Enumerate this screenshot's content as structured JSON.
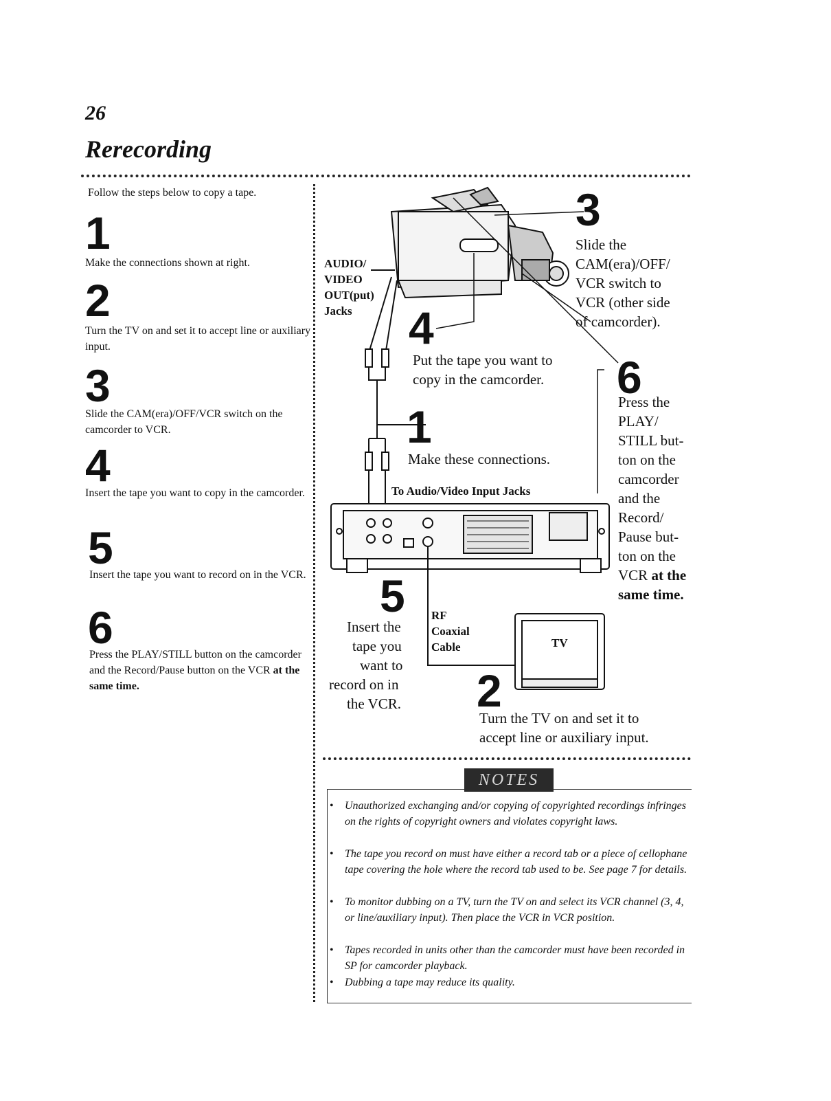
{
  "page": {
    "number": "26",
    "title": "Rerecording",
    "intro": "Follow the steps below to copy a tape."
  },
  "steps": [
    {
      "num": "1",
      "text": "Make the connections shown at right."
    },
    {
      "num": "2",
      "text": "Turn the TV on and set it to accept line or auxiliary input."
    },
    {
      "num": "3",
      "text": "Slide the CAM(era)/OFF/VCR switch on the camcorder to VCR."
    },
    {
      "num": "4",
      "text": "Insert the tape you want to copy in the camcorder."
    },
    {
      "num": "5",
      "text": "Insert the tape you want to record on in the VCR."
    },
    {
      "num": "6",
      "text_a": "Press the PLAY/STILL button on the camcorder and the Record/Pause button on the VCR ",
      "text_b": "at the same time."
    }
  ],
  "diagram": {
    "audio_video_out": [
      "AUDIO/",
      "VIDEO",
      "OUT(put)",
      "Jacks"
    ],
    "callout_3_num": "3",
    "callout_3_text": [
      "Slide the",
      "CAM(era)/OFF/",
      "VCR switch to",
      "VCR (other side",
      "of camcorder)."
    ],
    "callout_4_num": "4",
    "callout_4_text": [
      "Put the tape you want to",
      "copy in the camcorder."
    ],
    "callout_6_num": "6",
    "callout_6_text": [
      "Press the",
      "PLAY/",
      "STILL but-",
      "ton on the",
      "camcorder",
      "and the",
      "Record/",
      "Pause but-",
      "ton on the"
    ],
    "callout_6_bold_a": "VCR ",
    "callout_6_bold_b": "at the",
    "callout_6_bold_c": "same time.",
    "callout_1_num": "1",
    "callout_1_text": "Make these connections.",
    "input_jacks_label": "To Audio/Video Input Jacks",
    "callout_5_num": "5",
    "callout_5_text": [
      "Insert the",
      "tape you",
      "want to",
      "record on in",
      "the VCR."
    ],
    "rf_label": [
      "RF",
      "Coaxial",
      "Cable"
    ],
    "tv_label": "TV",
    "callout_2_num": "2",
    "callout_2_text": [
      "Turn the TV on and set it to",
      "accept line or auxiliary input."
    ]
  },
  "notes": {
    "badge": "NOTES",
    "items": [
      "Unauthorized exchanging and/or copying of copyrighted recordings infringes on the rights of copyright owners and violates copyright laws.",
      "The tape you record on must have either a record tab or a piece of cellophane tape covering the hole where the record tab used to be. See page 7 for details.",
      "To monitor dubbing on a TV, turn the TV on and select its VCR channel (3, 4, or line/auxiliary input). Then place the VCR in VCR position.",
      "Tapes recorded in units other than the camcorder must have been recorded in SP for camcorder playback.",
      "Dubbing a tape may reduce its quality."
    ]
  }
}
